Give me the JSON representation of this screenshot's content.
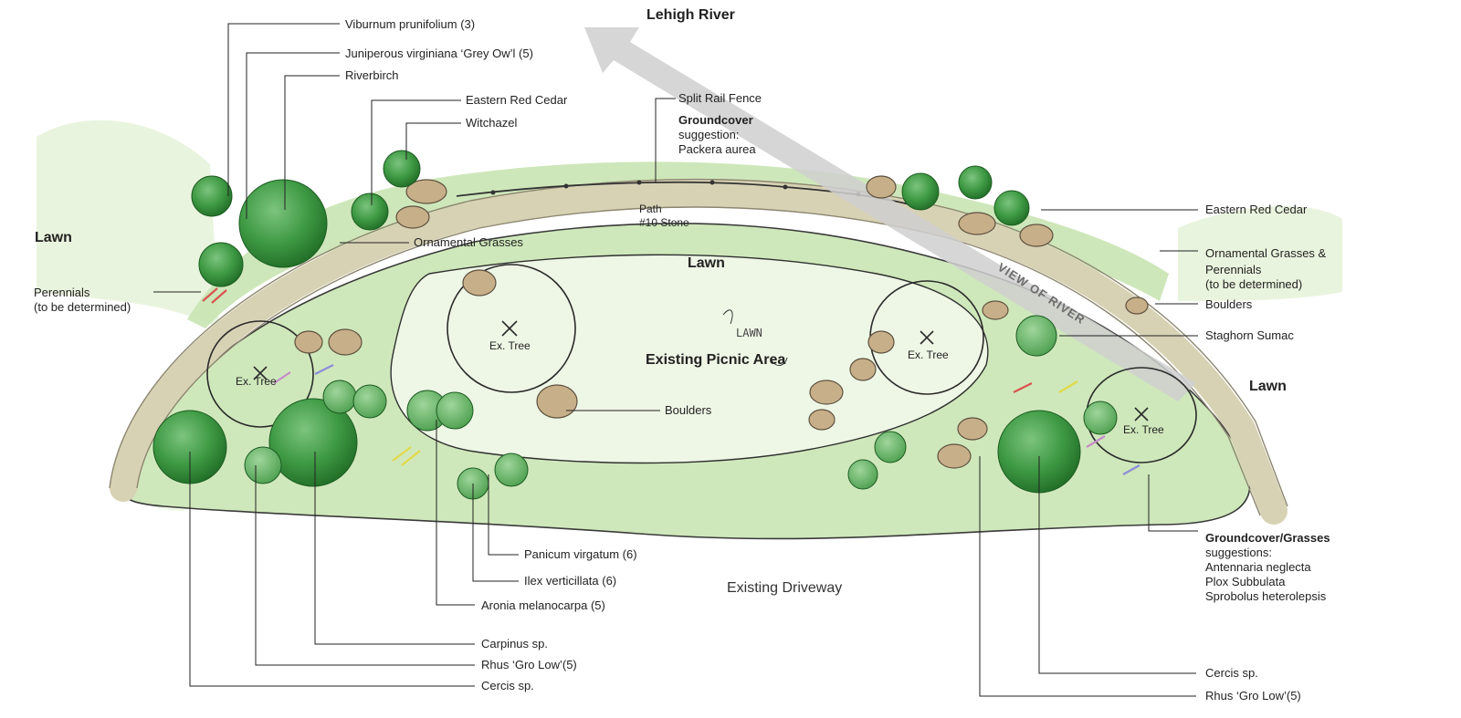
{
  "areas": {
    "river": "Lehigh River",
    "lawn_left": "Lawn",
    "lawn_center": "Lawn",
    "lawn_right": "Lawn",
    "picnic": "Existing Picnic Area",
    "driveway": "Existing Driveway",
    "path_line1": "Path",
    "path_line2": "#10 Stone",
    "view_of_river": "VIEW OF RIVER",
    "sketch_note": "LAWN"
  },
  "existing_trees": [
    "Ex. Tree",
    "Ex. Tree",
    "Ex. Tree",
    "Ex. Tree"
  ],
  "labels": {
    "viburnum": "Viburnum prunifolium (3)",
    "juniperus": "Juniperous virginiana ‘Grey Ow’l (5)",
    "riverbirch": "Riverbirch",
    "eastern_red_cedar_left": "Eastern Red Cedar",
    "witchazel": "Witchazel",
    "split_rail_fence": "Split Rail Fence",
    "groundcover_title": "Groundcover",
    "groundcover_line2": "suggestion:",
    "groundcover_line3": "Packera aurea",
    "ornamental_grasses": "Ornamental Grasses",
    "perennials_line1": "Perennials",
    "perennials_line2": "(to be determined)",
    "boulders_center": "Boulders",
    "eastern_red_cedar_right": "Eastern Red Cedar",
    "og_perennials_line1": "Ornamental Grasses &",
    "og_perennials_line2": "Perennials",
    "og_perennials_line3": "(to be determined)",
    "boulders_right": "Boulders",
    "staghorn_sumac": "Staghorn Sumac",
    "gcg_title": "Groundcover/Grasses",
    "gcg_line2": "suggestions:",
    "gcg_line3": "Antennaria neglecta",
    "gcg_line4": "Plox Subbulata",
    "gcg_line5": "Sprobolus heterolepsis",
    "panicum": "Panicum virgatum (6)",
    "ilex": "Ilex verticillata (6)",
    "aronia": "Aronia melanocarpa (5)",
    "carpinus": "Carpinus sp.",
    "rhus_left": "Rhus ‘Gro Low’(5)",
    "cercis_left": "Cercis sp.",
    "cercis_right": "Cercis sp.",
    "rhus_right": "Rhus ‘Gro Low’(5)"
  },
  "colors": {
    "lawn_wash": "#d9ecc9",
    "bed_green": "#c6e2b0",
    "tree_dark": "#2e7d32",
    "tree_light": "#66bb6a",
    "path_tan": "#d6d0b4",
    "boulder": "#c7b089",
    "arrow_gray": "#cfcfcf"
  }
}
